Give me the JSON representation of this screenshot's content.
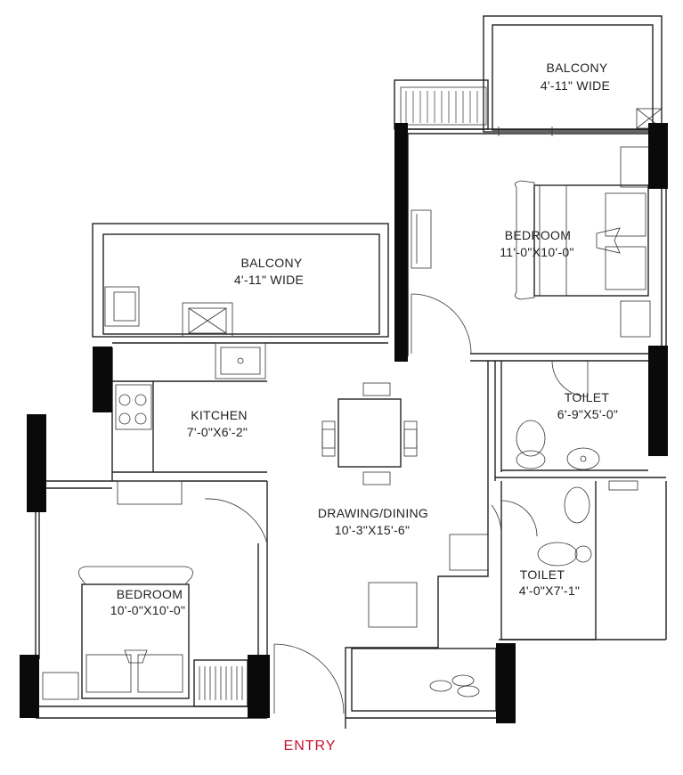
{
  "rooms": {
    "balcony_top": {
      "name": "BALCONY",
      "dim": "4'-11\" WIDE"
    },
    "bedroom_right": {
      "name": "BEDROOM",
      "dim": "11'-0\"X10'-0\""
    },
    "balcony_mid": {
      "name": "BALCONY",
      "dim": "4'-11\" WIDE"
    },
    "toilet_right": {
      "name": "TOILET",
      "dim": "6'-9\"X5'-0\""
    },
    "kitchen": {
      "name": "KITCHEN",
      "dim": "7'-0\"X6'-2\""
    },
    "drawing": {
      "name": "DRAWING/DINING",
      "dim": "10'-3\"X15'-6\""
    },
    "toilet_small": {
      "name": "TOILET",
      "dim": "4'-0\"X7'-1\""
    },
    "bedroom_left": {
      "name": "BEDROOM",
      "dim": "10'-0\"X10'-0\""
    }
  },
  "entry_label": "ENTRY",
  "colors": {
    "wall": "#222222",
    "column": "#0a0a0a",
    "entry": "#c8102e"
  }
}
